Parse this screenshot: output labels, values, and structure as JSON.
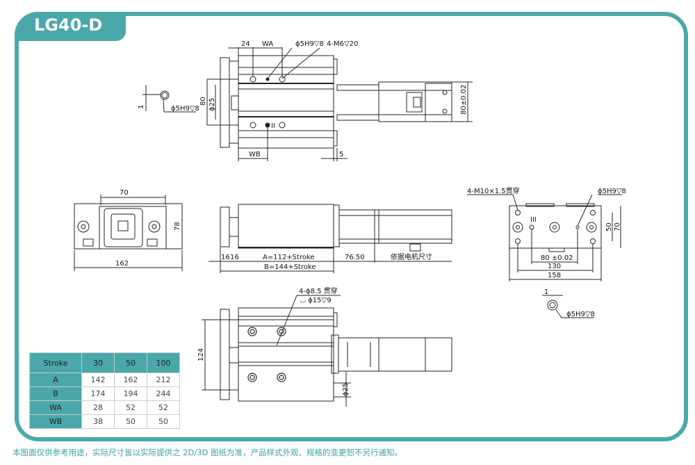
{
  "title": "LG40-D",
  "footer": "本图面仅供参考用途，实际尺寸皆以实际提供之 2D/3D 图纸为准，产品样式外观、规格的变更恕不另行通知。",
  "colors": {
    "accent": "#4aa8aa"
  },
  "top_view": {
    "dim_24": "24",
    "dim_wa": "WA",
    "hole_note": "ϕ5H9▽8",
    "thread_note": "4-M6▽20",
    "dim_80": "80",
    "dim_phi25": "ϕ25",
    "dim_wb": "WB",
    "dim_5": "5",
    "dim_80_tol": "80±0.02",
    "pin_dim_1": "1",
    "pin_note": "ϕ5H9▽8",
    "mark_ii": "II"
  },
  "front_view": {
    "dim_70": "70",
    "dim_78": "78",
    "dim_162": "162"
  },
  "side_view": {
    "dim_16a": "16",
    "dim_16b": "16",
    "dim_a": "A=112+Stroke",
    "dim_b": "B=144+Stroke",
    "dim_7650": "76.50",
    "motor_note": "依据电机尺寸"
  },
  "end_view": {
    "thread_note": "4-M10×1.5贯穿",
    "hole_note": "ϕ5H9▽8",
    "mark_iii": "III",
    "dim_50": "50",
    "dim_70": "70",
    "dim_80": "80 ±0.02",
    "dim_130": "130",
    "dim_158": "158",
    "pin_dim_1": "1",
    "pin_note": "ϕ5H9▽8"
  },
  "bottom_view": {
    "hole_note": "4-ϕ8.5 贯穿",
    "cbore_note": "⌴ ϕ15▽9",
    "dim_124": "124",
    "dim_phi25": "ϕ25"
  },
  "stroke_table": {
    "headers": [
      "Stroke",
      "30",
      "50",
      "100"
    ],
    "rows": [
      {
        "label": "A",
        "values": [
          "142",
          "162",
          "212"
        ]
      },
      {
        "label": "B",
        "values": [
          "174",
          "194",
          "244"
        ]
      },
      {
        "label": "WA",
        "values": [
          "28",
          "52",
          "52"
        ]
      },
      {
        "label": "WB",
        "values": [
          "38",
          "50",
          "50"
        ]
      }
    ]
  }
}
